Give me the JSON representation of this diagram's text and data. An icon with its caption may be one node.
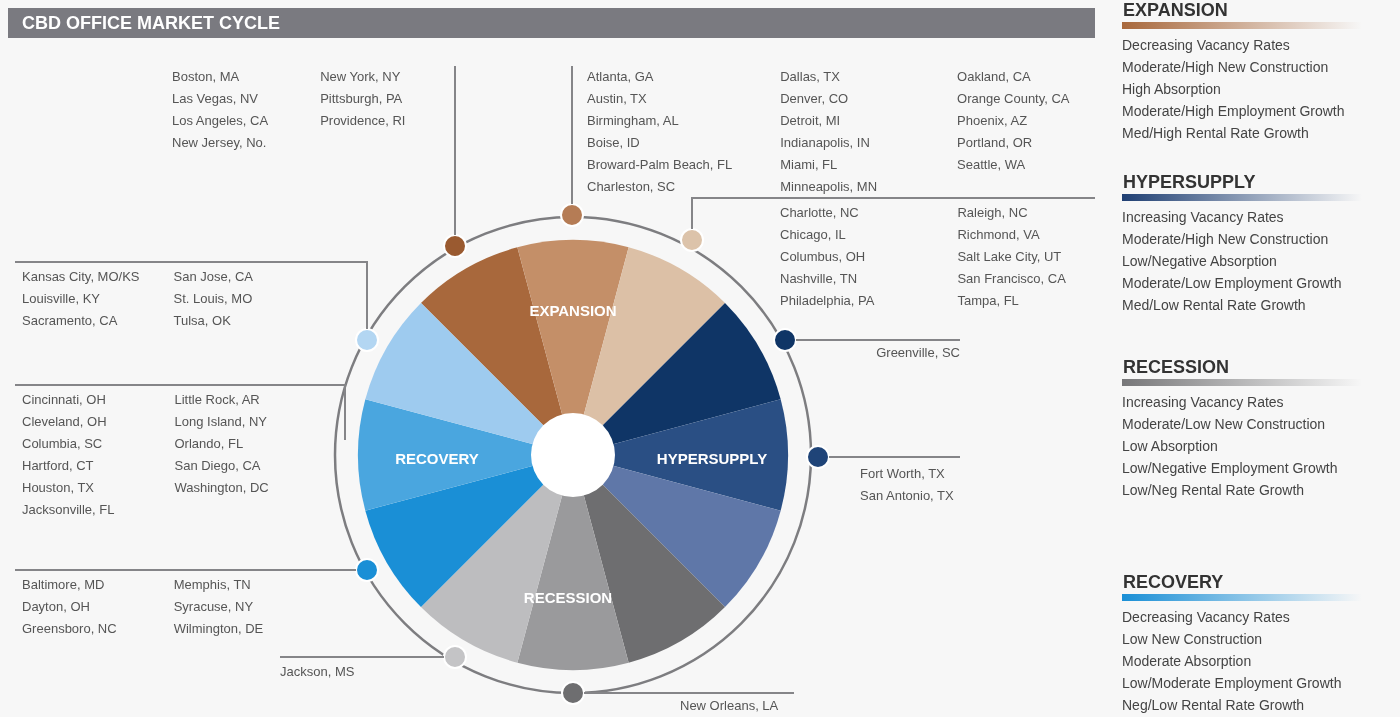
{
  "diagram": {
    "title": "CBD OFFICE MARKET CYCLE",
    "nodes": [
      {
        "text": [
          "Boston, MA",
          "Las Vegas, NV",
          "Los Angeles, CA",
          "New Jersey, No.",
          "New York, NY",
          "Pittsburgh, PA",
          "Providence, RI"
        ]
      },
      {
        "text": [],
        "shape": "circle"
      },
      {
        "text": [
          "Atlanta, GA",
          "Austin, TX",
          "Birmingham, AL",
          "Boise, ID",
          "Broward-Palm Beach, FL",
          "Charleston, SC",
          "Dallas, TX",
          "Denver, CO",
          "Detroit, MI",
          "Indianapolis, IN",
          "Miami, FL",
          "Minneapolis, MN",
          "Oakland, CA",
          "Orange County, CA",
          "Phoenix, AZ",
          "Portland, OR",
          "Seattle, WA"
        ]
      },
      {
        "text": [],
        "shape": "circle"
      },
      {
        "text": [
          "Charlotte, NC",
          "Chicago, IL",
          "Columbus, OH",
          "Nashville, TN",
          "Philadelphia, PA",
          "Raleigh, NC",
          "Richmond, VA",
          "Salt Lake City, UT",
          "San Francisco, CA",
          "Tampa, FL"
        ]
      },
      {
        "text": [],
        "shape": "circle"
      },
      {
        "text": [
          "Greenville, SC"
        ]
      },
      {
        "text": [],
        "shape": "circle"
      },
      {
        "text": [
          "Fort Worth, TX",
          "San Antonio, TX"
        ]
      },
      {
        "text": [],
        "shape": "circle"
      },
      {
        "text": [
          "New Orleans, LA"
        ]
      },
      {
        "text": [],
        "shape": "circle"
      },
      {
        "text": [
          "Jackson, MS"
        ]
      },
      {
        "text": [],
        "shape": "circle"
      },
      {
        "text": [
          "Baltimore, MD",
          "Dayton, OH",
          "Greensboro, NC",
          "Memphis, TN",
          "Syracuse, NY",
          "Wilmington, DE"
        ]
      },
      {
        "text": [],
        "shape": "circle"
      },
      {
        "text": [
          "Cincinnati, OH",
          "Cleveland, OH",
          "Columbia, SC",
          "Hartford, CT",
          "Houston, TX",
          "Jacksonville, FL",
          "Little Rock, AR",
          "Long Island, NY",
          "Orlando, FL",
          "San Diego, CA",
          "Washington, DC"
        ]
      },
      {
        "text": [
          "Kansas City, MO/KS",
          "Louisville, KY",
          "Sacramento, CA",
          "San Jose, CA",
          "St. Louis, MO",
          "Tulsa, OK"
        ]
      },
      {
        "text": [],
        "shape": "circle"
      }
    ],
    "edges": [
      {
        "from": 0,
        "to": 1,
        "arrow": "none"
      },
      {
        "from": 2,
        "to": 3,
        "arrow": "none"
      },
      {
        "from": 4,
        "to": 5,
        "arrow": "none"
      },
      {
        "from": 6,
        "to": 7,
        "arrow": "none"
      },
      {
        "from": 8,
        "to": 9,
        "arrow": "none"
      },
      {
        "from": 10,
        "to": 11,
        "arrow": "none"
      },
      {
        "from": 12,
        "to": 13,
        "arrow": "none"
      },
      {
        "from": 14,
        "to": 15,
        "arrow": "none"
      },
      {
        "from": 16,
        "to": null,
        "arrow": "none"
      },
      {
        "from": 17,
        "to": 18,
        "arrow": "none"
      }
    ],
    "labels": [
      "EXPANSION",
      "HYPERSUPPLY",
      "RECESSION",
      "RECOVERY",
      "EXPANSION",
      "Decreasing Vacancy Rates",
      "Moderate/High New Construction",
      "High Absorption",
      "Moderate/High Employment Growth",
      "Med/High Rental Rate Growth",
      "HYPERSUPPLY",
      "Increasing Vacancy Rates",
      "Moderate/High New Construction",
      "Low/Negative Absorption",
      "Moderate/Low Employment Growth",
      "Med/Low Rental Rate Growth",
      "RECESSION",
      "Increasing Vacancy Rates",
      "Moderate/Low New Construction",
      "Low Absorption",
      "Low/Negative Employment Growth",
      "Low/Neg Rental Rate Growth",
      "RECOVERY",
      "Decreasing Vacancy Rates",
      "Low New Construction",
      "Moderate Absorption",
      "Low/Moderate Employment Growth",
      "Neg/Low Rental Rate Growth"
    ]
  }
}
